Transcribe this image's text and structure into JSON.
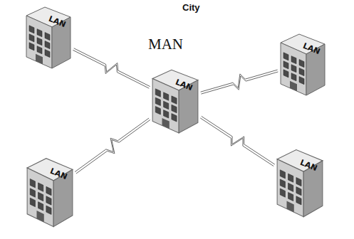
{
  "diagram": {
    "title": "City",
    "nodes": [
      {
        "text": [
          "LAN"
        ]
      },
      {
        "text": [
          "LAN"
        ]
      },
      {
        "text": [
          "LAN"
        ]
      },
      {
        "text": [
          "LAN"
        ]
      },
      {
        "text": [
          "LAN"
        ]
      }
    ],
    "edges": [
      {
        "from": 2,
        "to": 0,
        "arrow": "none"
      },
      {
        "from": 2,
        "to": 1,
        "arrow": "none"
      },
      {
        "from": 2,
        "to": 3,
        "arrow": "none"
      },
      {
        "from": 2,
        "to": 4,
        "arrow": "none"
      }
    ],
    "labels": [
      "MAN"
    ]
  }
}
